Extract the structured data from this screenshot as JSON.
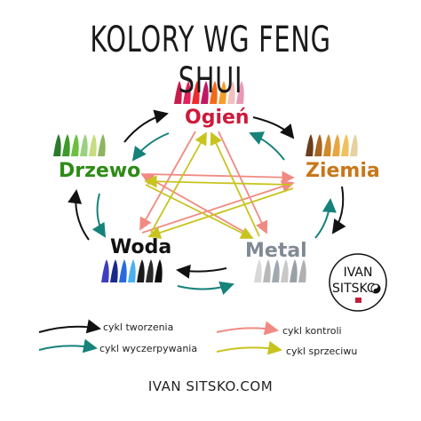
{
  "title": "KOLORY WG FENG SHUI",
  "elements": {
    "fire": {
      "label": "Ogień",
      "color": "#cc1b3b"
    },
    "earth": {
      "label": "Ziemia",
      "color": "#c8771a"
    },
    "metal": {
      "label": "Metal",
      "color": "#7f8a94"
    },
    "water": {
      "label": "Woda",
      "color": "#111111"
    },
    "wood": {
      "label": "Drzewo",
      "color": "#2e8b16"
    }
  },
  "legend": [
    {
      "label": "cykl tworzenia",
      "color": "#111111"
    },
    {
      "label": "cykl wyczerpywania",
      "color": "#16827a"
    },
    {
      "label": "cykl kontroli",
      "color": "#f08a82"
    },
    {
      "label": "cykl sprzeciwu",
      "color": "#c8c41e"
    }
  ],
  "logo": {
    "line1": "IVAN",
    "line2": "SITSKO"
  },
  "website": "IVAN SITSKO.COM"
}
